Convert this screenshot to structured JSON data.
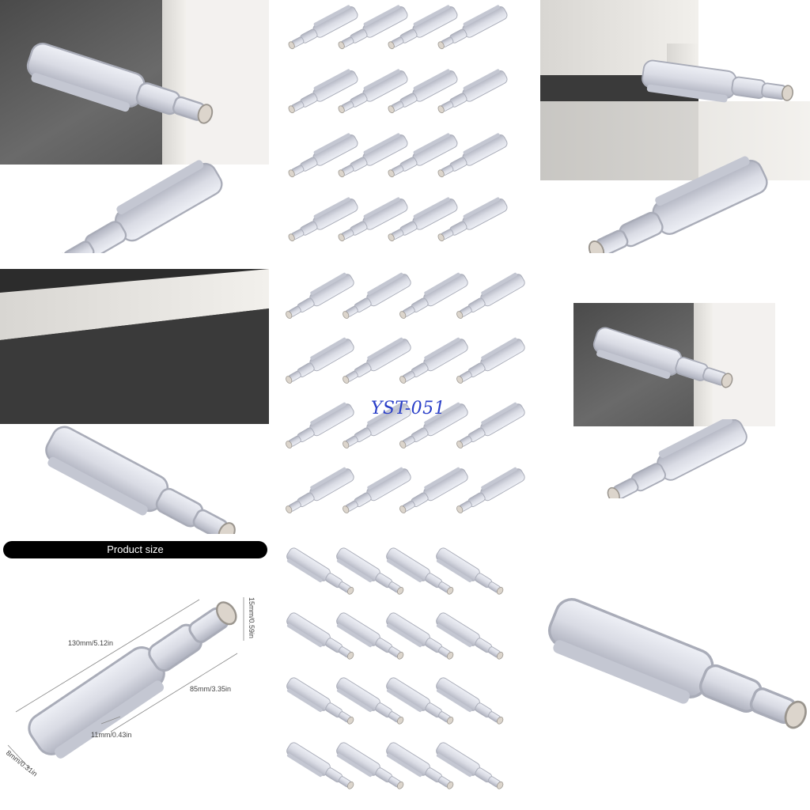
{
  "banner": {
    "label": "Product size"
  },
  "watermark": {
    "text": "YST-051"
  },
  "dimensions": {
    "length_total": "130mm/5.12in",
    "height": "15mm/0.59in",
    "body_length": "85mm/3.35in",
    "width": "11mm/0.43in",
    "tip_diameter": "8mm/0.31in"
  },
  "colors": {
    "latch_body": "#d9dbe4",
    "latch_shadow": "#b6b9c6",
    "tip_cap": "#dcd5cc",
    "cabinet_dark": "#5b5b5b",
    "cabinet_edge": "#e6e4e0"
  }
}
